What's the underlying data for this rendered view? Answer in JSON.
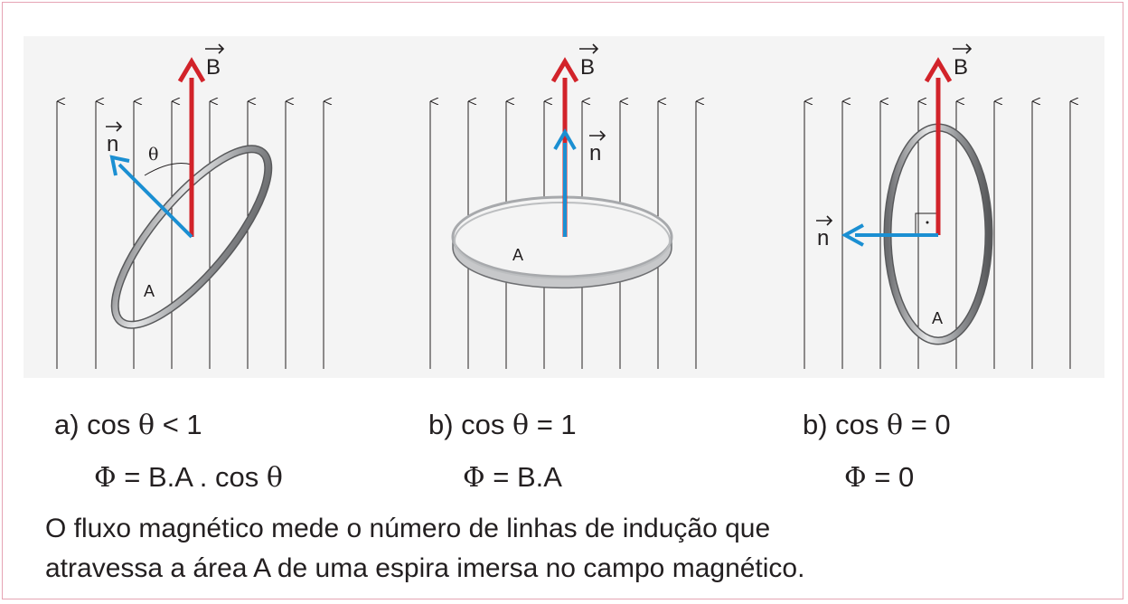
{
  "panels": [
    {
      "id": "a",
      "caption_prefix": "a) cos ",
      "caption_theta": "θ",
      "caption_suffix": " < 1",
      "formula_phi": "Φ",
      "formula_mid": " = B.A . cos ",
      "formula_theta": "θ",
      "normal_label": "n",
      "field_label": "B",
      "area_label": "A",
      "angle_label": "θ"
    },
    {
      "id": "b",
      "caption_prefix": "b) cos ",
      "caption_theta": "θ",
      "caption_suffix": " = 1",
      "formula_phi": "Φ",
      "formula_rest": " = B.A",
      "normal_label": "n",
      "field_label": "B",
      "area_label": "A"
    },
    {
      "id": "c",
      "caption_prefix": "b) cos ",
      "caption_theta": "θ",
      "caption_suffix": " = 0",
      "formula_phi": "Φ",
      "formula_rest": " = 0",
      "normal_label": "n",
      "field_label": "B",
      "area_label": "A"
    }
  ],
  "footnote": {
    "line1": "O fluxo magnético mede o número de linhas de indução que",
    "line2": "atravessa a área A de uma espira imersa no campo magnético."
  },
  "colors": {
    "field_vector": "#d2232a",
    "normal_vector": "#1b8fd2",
    "field_lines": "#231f20",
    "panel_background": "#f4f4f4",
    "ring": "#a7a9ac"
  }
}
